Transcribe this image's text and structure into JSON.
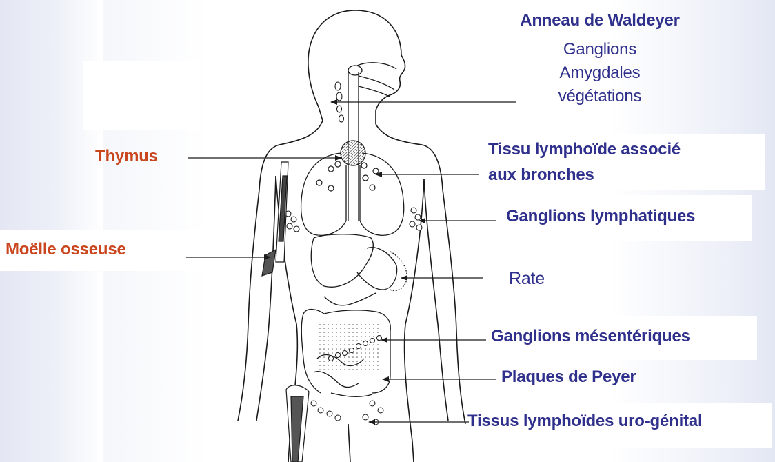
{
  "labels": {
    "waldeyer_title": "Anneau de Waldeyer",
    "waldeyer_ganglions": "Ganglions",
    "waldeyer_amygdales": "Amygdales",
    "waldeyer_vegetations": "végétations",
    "thymus": "Thymus",
    "moelle": "Moëlle osseuse",
    "bronches_line1": "Tissu lymphoïde associé",
    "bronches_line2": "aux bronches",
    "ganglions_lymph": "Ganglions lymphatiques",
    "rate": "Rate",
    "ganglions_mesent": "Ganglions mésentériques",
    "peyer": "Plaques de Peyer",
    "urogenital": "Tissus lymphoïdes uro-génital"
  },
  "colors": {
    "primary_label": "#2f2f8c",
    "central_organ_label": "#c9461f",
    "outline": "#1a1a1a"
  }
}
